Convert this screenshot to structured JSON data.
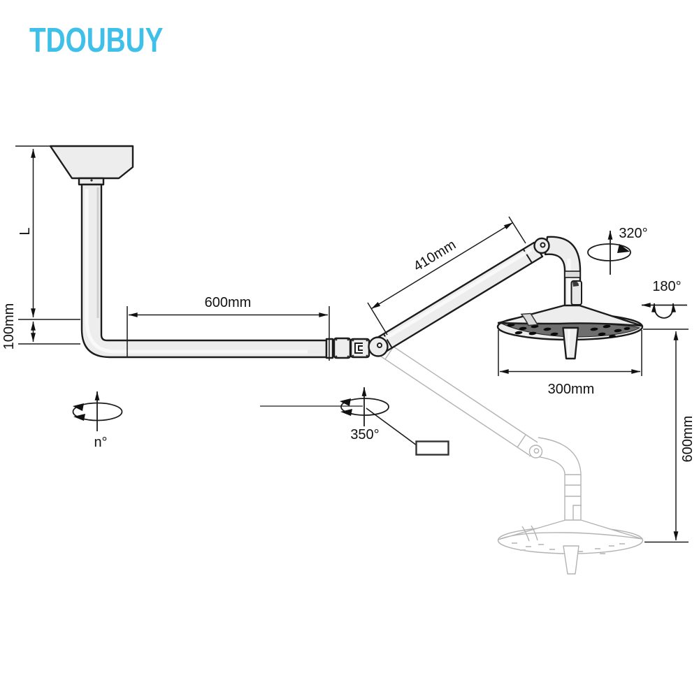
{
  "brand": {
    "name": "TDOUBUY",
    "color": "#3fc0e8"
  },
  "diagram": {
    "dimensions": {
      "column_length": "L",
      "ceiling_offset": "100mm",
      "horizontal_arm": "600mm",
      "spring_arm": "410mm",
      "head_diameter": "300mm",
      "vertical_range": "600mm"
    },
    "rotations": {
      "head_swivel": "320°",
      "head_tilt": "180°",
      "arm_swivel": "350°",
      "column_swivel": "n°"
    }
  }
}
